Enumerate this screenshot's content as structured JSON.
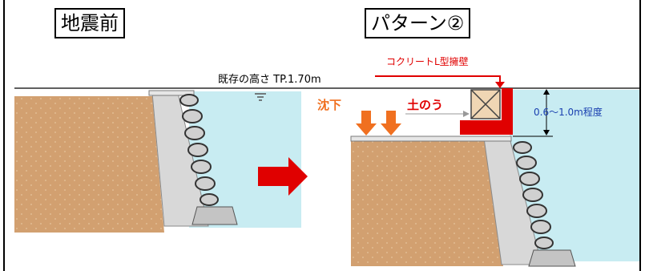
{
  "title_before": "地震前",
  "title_pattern": "パターン②",
  "existing_height_label": "既存の高さ TP.1.70m",
  "l_wall_label": "コクリートL型擁壁",
  "sinkage_label": "沈下",
  "sandbag_label": "土のう",
  "raise_label": "0.6～1.0m程度",
  "colors": {
    "soil": "#d2a070",
    "water": "#c8ecf2",
    "concrete": "#d8d8d8",
    "red": "#e00000",
    "orange": "#f07020"
  }
}
